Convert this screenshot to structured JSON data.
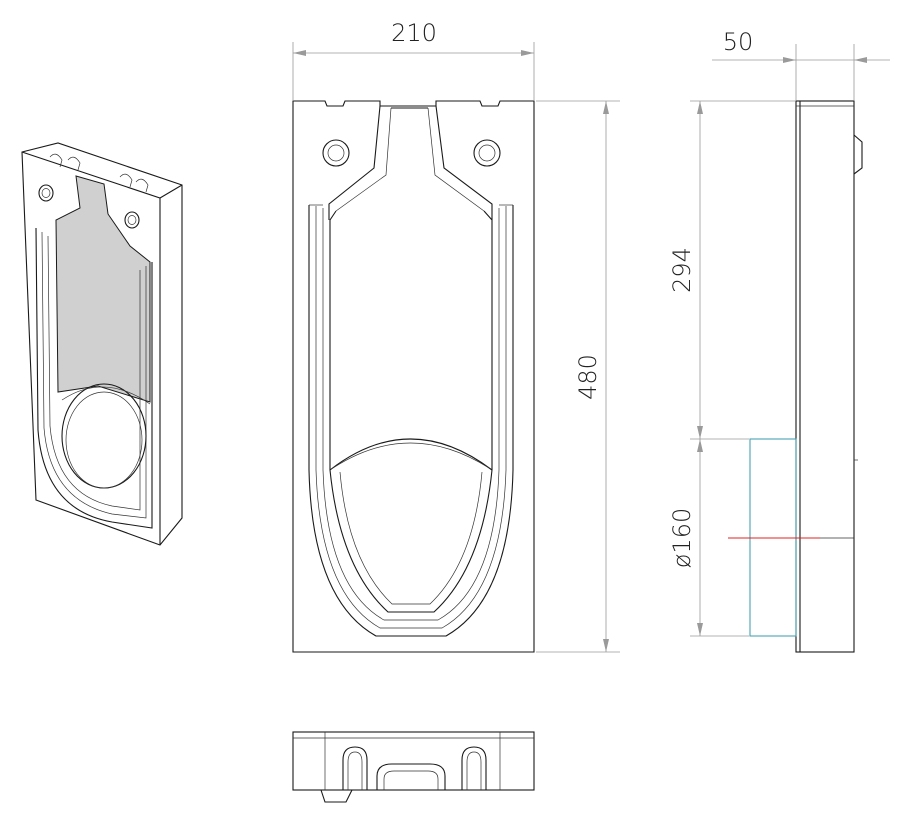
{
  "dimensions": {
    "width": "210",
    "depth": "50",
    "height": "480",
    "outlet_height": "294",
    "outlet_diameter": "ø160"
  },
  "colors": {
    "outline": "#1a1a1a",
    "dimension_line": "#9a9a9a",
    "outlet_section": "#4aa3b5",
    "center_line": "#e02020",
    "shading": "#d0d0d0"
  }
}
